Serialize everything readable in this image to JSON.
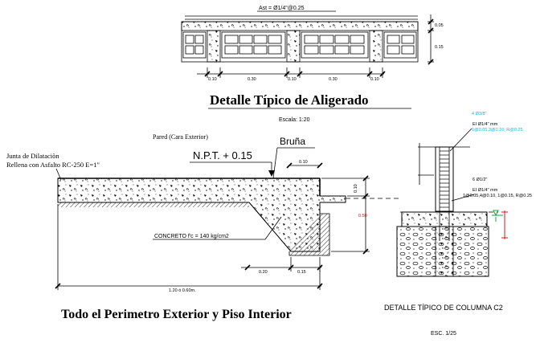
{
  "aligerado": {
    "rebar_label": "Ast = Ø1/4\"@0.25",
    "dim_top": "0.05",
    "dim_side": "0.15",
    "dims_bottom": [
      "0.10",
      "0.30",
      "0.10",
      "0.30",
      "0.10"
    ],
    "title": "Detalle Típico de Aligerado",
    "scale": "Escala: 1:20"
  },
  "piso": {
    "wall_label": "Pared (Cara Exterior)",
    "npt_label": "N.P.T. + 0.15",
    "bruna_label": "Bruña",
    "joint_label_1": "Junta de Dilataciòn",
    "joint_label_2": "Rellena con Asfalto RC-250  E=1\"",
    "concrete_label": "CONCRETO f'c = 140 kg/cm2",
    "dim_top_small": "0.10",
    "dim_right_1": "0.10",
    "dim_right_2": "0.50",
    "dims_bottom": [
      "0.20",
      "0.15"
    ],
    "length_label": "1.20  ó  0.60m.",
    "title": "Todo el Perimetro Exterior y Piso Interior"
  },
  "columna": {
    "note_1": "4 Ø3/8\"",
    "note_2a": "EI  Ø1/4\" mm",
    "note_2b": "1@0.05,3@0.10, R@0.25",
    "note_3": "6 Ø1/2\"",
    "note_4a": "EI  Ø1/4\" mm",
    "note_4b": "1@0.05,4@0.10, 1@0.15, R@0.25",
    "title": "DETALLE TÍPICO DE COLUMNA C2",
    "scale": "ESC. 1/25"
  }
}
